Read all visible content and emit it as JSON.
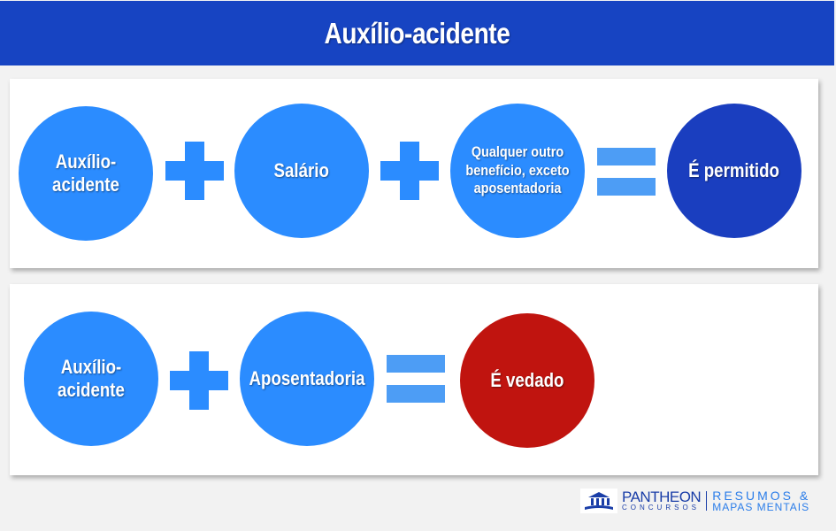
{
  "title": "Auxílio-acidente",
  "row1": {
    "items": [
      "Auxílio-acidente",
      "Salário",
      "Qualquer outro benefício, exceto aposentadoria"
    ],
    "result": "É permitido"
  },
  "row2": {
    "items": [
      "Auxílio-acidente",
      "Aposentadoria"
    ],
    "result": "É vedado"
  },
  "logo": {
    "brand": "PANTHEON",
    "sub": "CONCURSOS",
    "tag1": "RESUMOS &",
    "tag2": "MAPAS MENTAIS"
  },
  "colors": {
    "header": "#1744c2",
    "circle": "#2b8cff",
    "permitted": "#1a3ebf",
    "forbidden": "#c0140f"
  }
}
